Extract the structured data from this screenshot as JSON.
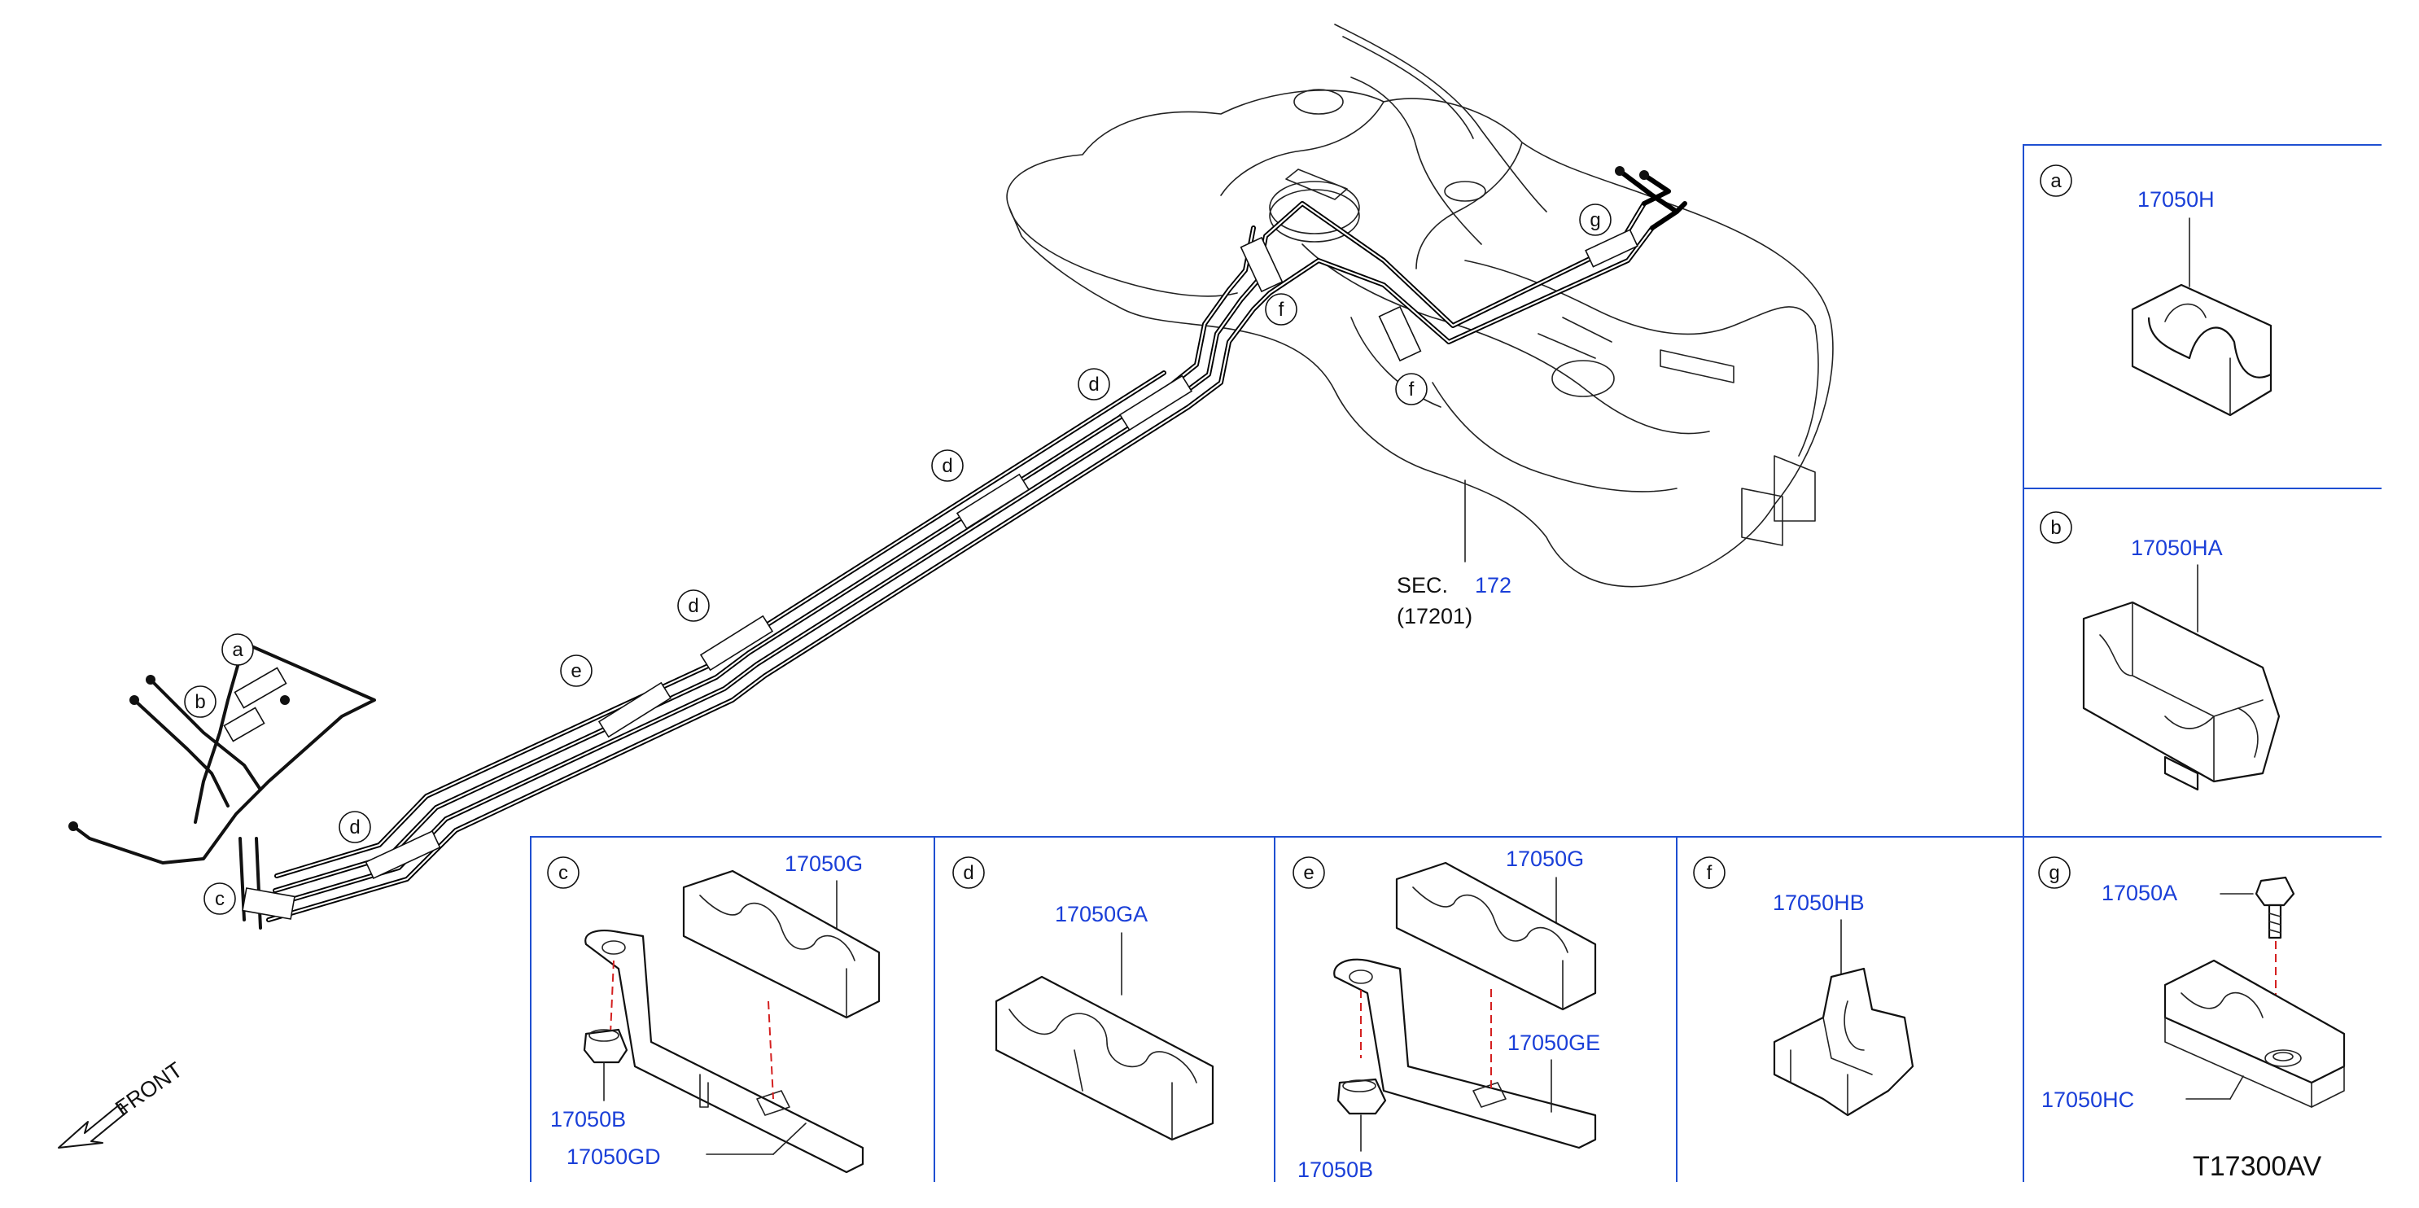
{
  "diagram_code": "T17300AV",
  "front_label": "FRONT",
  "tank": {
    "sec_label": "SEC.",
    "sec_number": "172",
    "part_ref": "(17201)"
  },
  "callout_letters": {
    "a": "a",
    "b": "b",
    "c": "c",
    "d": "d",
    "e": "e",
    "f": "f",
    "g": "g"
  },
  "panels": {
    "a": {
      "letter": "a",
      "part": "17050H"
    },
    "b": {
      "letter": "b",
      "part": "17050HA"
    },
    "c": {
      "letter": "c",
      "clip": "17050G",
      "grommet": "17050B",
      "bracket": "17050GD"
    },
    "d": {
      "letter": "d",
      "part": "17050GA"
    },
    "e": {
      "letter": "e",
      "clip": "17050G",
      "bracket": "17050GE",
      "grommet": "17050B"
    },
    "f": {
      "letter": "f",
      "part": "17050HB"
    },
    "g": {
      "letter": "g",
      "bolt": "17050A",
      "clip": "17050HC"
    }
  },
  "colors": {
    "part_number": "#1a3fd8",
    "frame": "#1f4fd1",
    "center_line": "#d42020"
  }
}
